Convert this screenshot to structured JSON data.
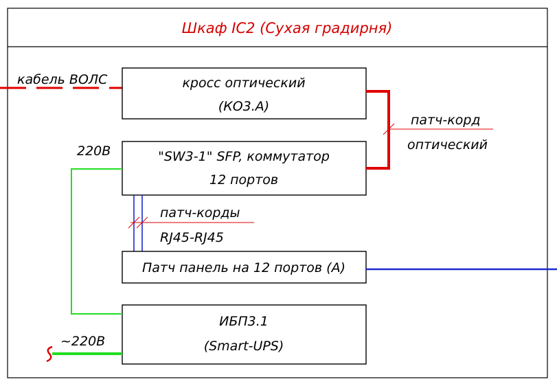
{
  "cabinet": {
    "title": "Шкаф IC2 (Сухая градирня)"
  },
  "blocks": {
    "cross": {
      "line1": "кросс оптический",
      "line2": "(КО3.А)"
    },
    "switch": {
      "line1": "\"SW3-1\" SFP,  коммутатор",
      "line2": "12 портов"
    },
    "patch_panel": {
      "line1": "Патч панель на 12 портов (А)"
    },
    "ups": {
      "line1": "ИБП3.1",
      "line2": "(Smart-UPS)"
    }
  },
  "labels": {
    "fiber_cable": "кабель ВОЛС",
    "optical_patch_line1": "патч-корд",
    "optical_patch_line2": "оптический",
    "rj45_patch_line1": "патч-корды",
    "rj45_patch_line2": "RJ45-RJ45",
    "power_220": "220В",
    "power_ac_220": "~220В"
  },
  "colors": {
    "frame": "#000000",
    "title": "#d40000",
    "optical": "#e00000",
    "copper": "#1a2bd0",
    "power": "#22dd22",
    "annotation": "#e00000"
  }
}
